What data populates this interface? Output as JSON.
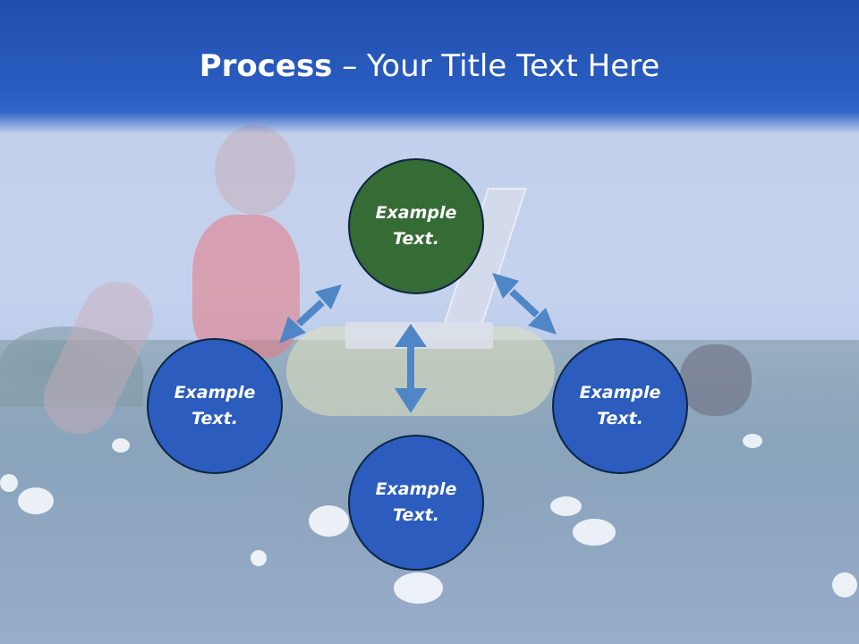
{
  "slide": {
    "title_bold": "Process",
    "title_rest": " – Your Title Text Here"
  },
  "diagram": {
    "nodes": [
      {
        "id": "top",
        "text": "Example Text.",
        "color": "#356b34"
      },
      {
        "id": "left",
        "text": "Example Text.",
        "color": "#2b5cbe"
      },
      {
        "id": "right",
        "text": "Example Text.",
        "color": "#2b5cbe"
      },
      {
        "id": "bottom",
        "text": "Example Text.",
        "color": "#2b5cbe"
      }
    ],
    "arrow_color": "#4f86c6"
  }
}
